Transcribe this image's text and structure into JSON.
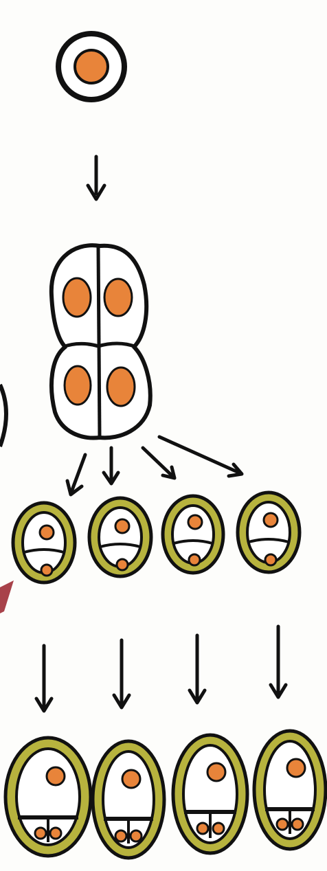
{
  "diagram": {
    "stages": [
      {
        "id": "microspore-mother-cell",
        "cells": 1
      },
      {
        "id": "tetrad",
        "cells": 4
      },
      {
        "id": "microspores-divided",
        "cells": 4
      },
      {
        "id": "pollen-grains-mature",
        "cells": 4
      }
    ]
  },
  "colors": {
    "outline": "#111111",
    "nucleus": "#E8843A",
    "wall": "#B7B33E",
    "cell_fill": "#FFFFFF",
    "background": "#FDFDFB",
    "cropped_arrow": "#A8424A"
  }
}
